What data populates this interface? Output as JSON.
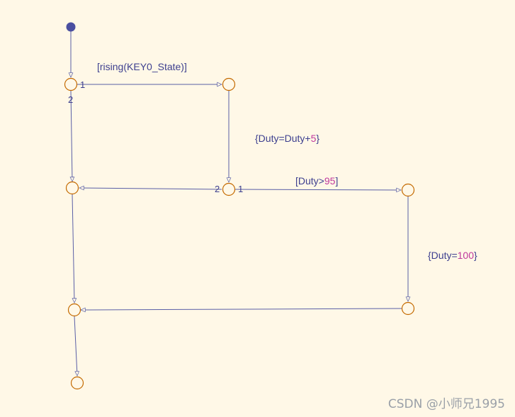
{
  "diagram": {
    "colors": {
      "background": "#fff8e7",
      "edge": "#5a5fa6",
      "junction": "#c46a00",
      "default_dot": "#4a4fa0",
      "label_text": "#3d3f8f",
      "label_number": "#c0399d"
    },
    "labels": {
      "t1_pre": "[rising(",
      "t1_mid": "KEY0_State",
      "t1_post": ")]",
      "a1_pre": "{Duty=Duty+",
      "a1_num": "5",
      "a1_post": "}",
      "t2_pre": "[Duty>",
      "t2_num": "95",
      "t2_post": "]",
      "a2_pre": "{Duty=",
      "a2_num": "100",
      "a2_post": "}"
    },
    "ports": {
      "j1_p1": "1",
      "j1_p2": "2",
      "j3_p2": "2",
      "j3_p1": "1"
    }
  },
  "watermark": "CSDN @小师兄1995"
}
